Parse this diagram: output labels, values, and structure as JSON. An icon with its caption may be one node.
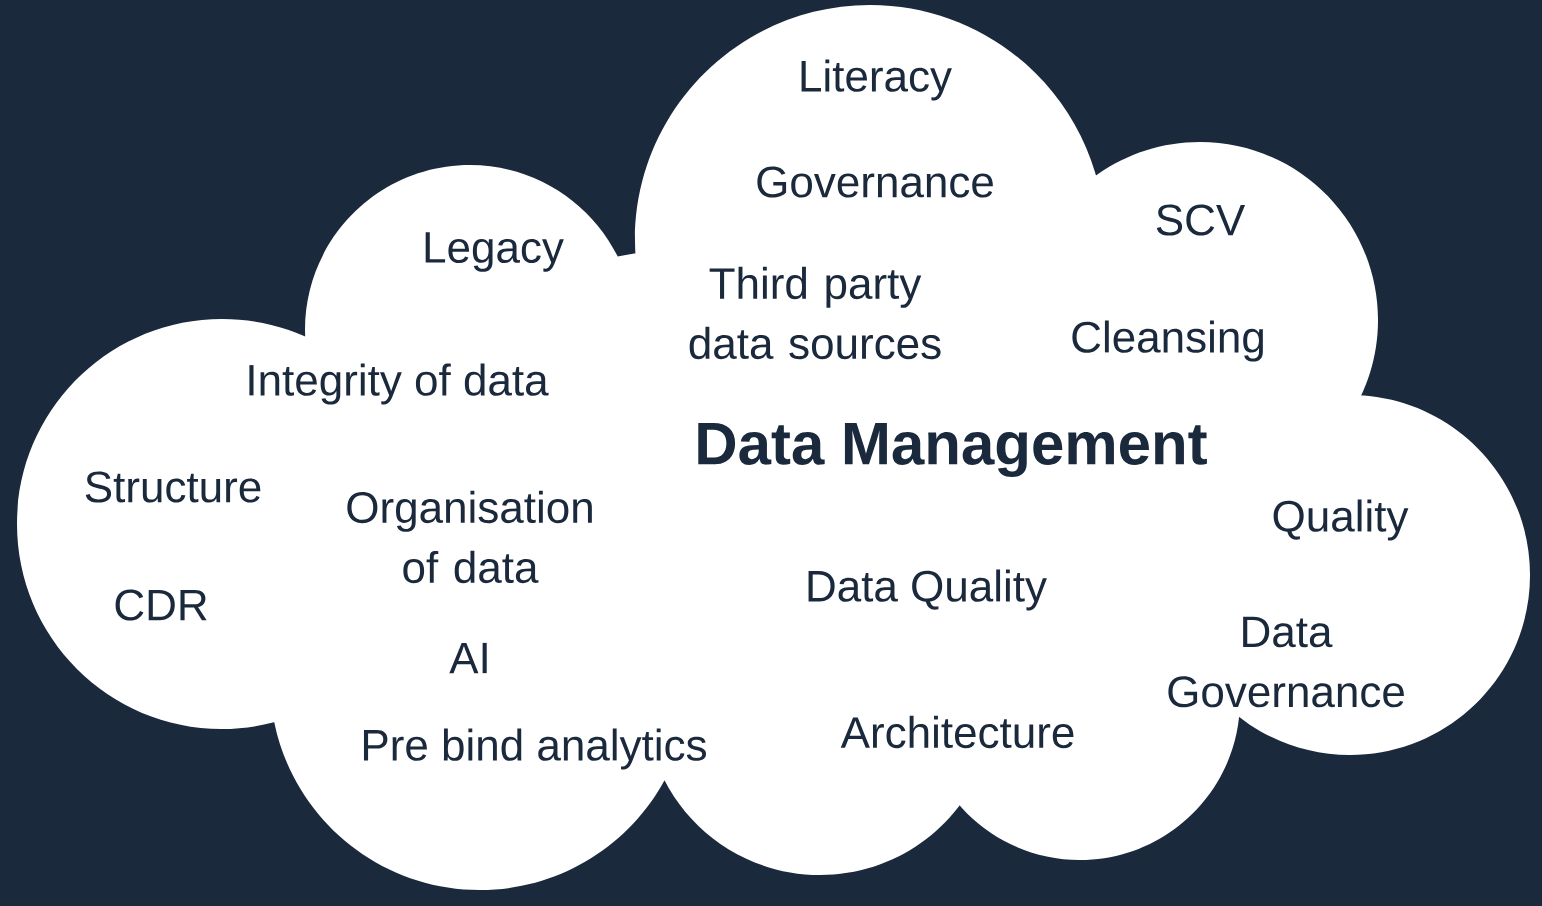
{
  "diagram": {
    "nodes": [
      {
        "text": [
          "Data Management",
          "Literacy",
          "Governance",
          "Legacy",
          "SCV",
          "Third party data sources",
          "Cleansing",
          "Integrity of data",
          "Structure",
          "Organisation of data",
          "Quality",
          "Data Quality",
          "CDR",
          "Data Governance",
          "AI",
          "Architecture",
          "Pre bind analytics"
        ]
      }
    ]
  }
}
